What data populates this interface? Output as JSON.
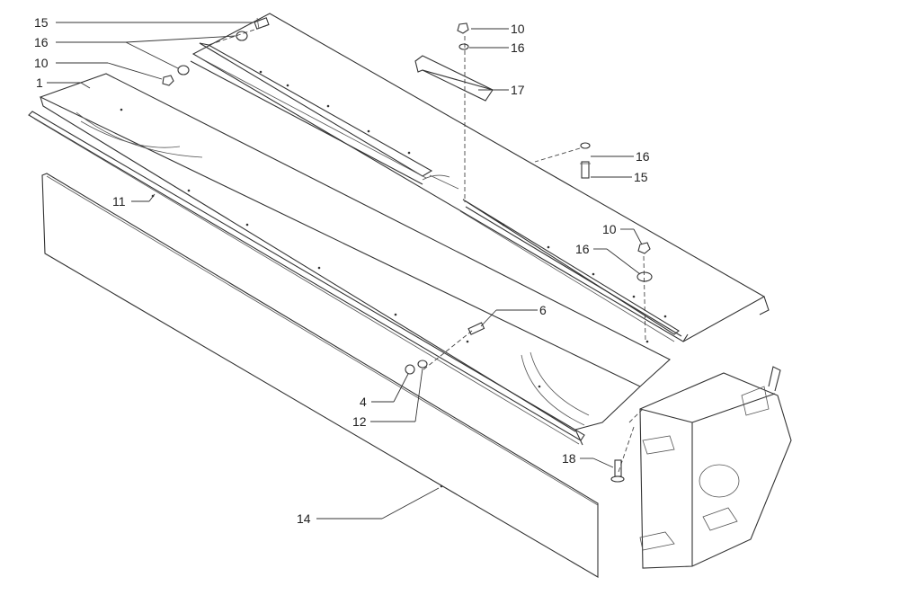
{
  "callouts": [
    {
      "id": "c15a",
      "label": "15"
    },
    {
      "id": "c16a",
      "label": "16"
    },
    {
      "id": "c10a",
      "label": "10"
    },
    {
      "id": "c1",
      "label": "1"
    },
    {
      "id": "c10b",
      "label": "10"
    },
    {
      "id": "c16b",
      "label": "16"
    },
    {
      "id": "c17",
      "label": "17"
    },
    {
      "id": "c16c",
      "label": "16"
    },
    {
      "id": "c15b",
      "label": "15"
    },
    {
      "id": "c10c",
      "label": "10"
    },
    {
      "id": "c16d",
      "label": "16"
    },
    {
      "id": "c11",
      "label": "11"
    },
    {
      "id": "c6",
      "label": "6"
    },
    {
      "id": "c4",
      "label": "4"
    },
    {
      "id": "c12",
      "label": "12"
    },
    {
      "id": "c18",
      "label": "18"
    },
    {
      "id": "c14",
      "label": "14"
    }
  ]
}
